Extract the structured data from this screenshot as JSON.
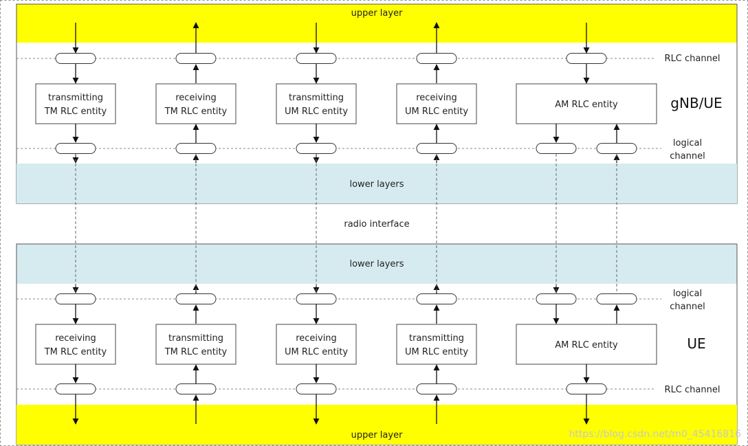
{
  "colors": {
    "upper_layer": "#ffff00",
    "lower_layers": "#d6ebf0",
    "frame": "#555555"
  },
  "top": {
    "upper_layer": "upper layer",
    "rlc_channel": "RLC channel",
    "node_label": "gNB/UE",
    "logical_channel": [
      "logical",
      "channel"
    ],
    "lower_layers": "lower layers",
    "entities": [
      {
        "lines": [
          "transmitting",
          "TM RLC entity"
        ]
      },
      {
        "lines": [
          "receiving",
          "TM RLC entity"
        ]
      },
      {
        "lines": [
          "transmitting",
          "UM RLC entity"
        ]
      },
      {
        "lines": [
          "receiving",
          "UM RLC entity"
        ]
      },
      {
        "lines": [
          "AM RLC entity"
        ]
      }
    ]
  },
  "radio_interface": "radio interface",
  "bottom": {
    "lower_layers": "lower layers",
    "logical_channel": [
      "logical",
      "channel"
    ],
    "node_label": "UE",
    "rlc_channel": "RLC channel",
    "upper_layer": "upper layer",
    "entities": [
      {
        "lines": [
          "receiving",
          "TM RLC entity"
        ]
      },
      {
        "lines": [
          "transmitting",
          "TM RLC entity"
        ]
      },
      {
        "lines": [
          "receiving",
          "UM RLC entity"
        ]
      },
      {
        "lines": [
          "transmitting",
          "UM RLC entity"
        ]
      },
      {
        "lines": [
          "AM RLC entity"
        ]
      }
    ]
  },
  "watermark": "https://blog.csdn.net/m0_45416816"
}
